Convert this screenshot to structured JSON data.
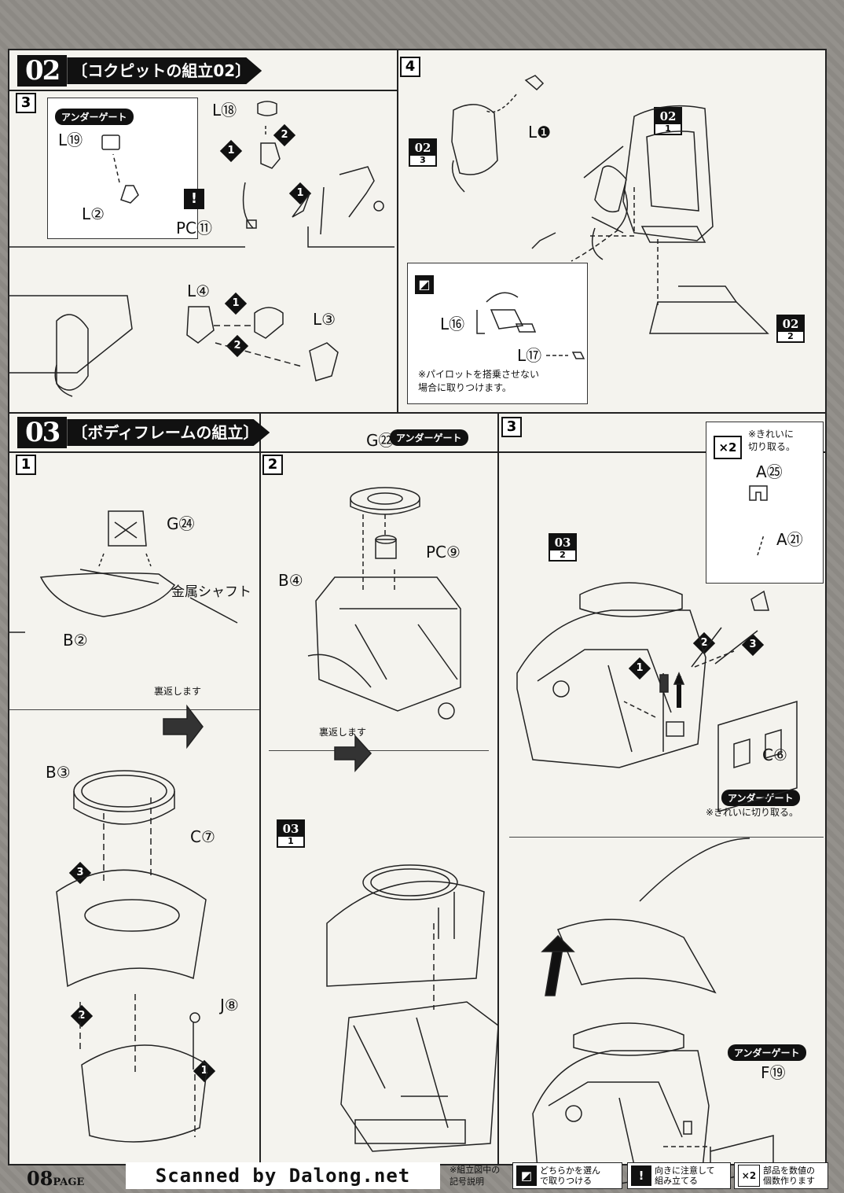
{
  "page": {
    "number": "08",
    "page_word": "PAGE",
    "scanner": "Scanned by Dalong.net"
  },
  "section02": {
    "num": "02",
    "title": "〔コクピットの組立02〕",
    "steps": [
      "3",
      "4"
    ]
  },
  "section03": {
    "num": "03",
    "title": "〔ボディフレームの組立〕",
    "steps": [
      "1",
      "2",
      "3"
    ]
  },
  "step02_3": {
    "ug": "アンダーゲート",
    "parts": {
      "l19": "L⑲",
      "l2": "L②",
      "l18": "L⑱",
      "pc11": "PC⑪",
      "l4": "L④",
      "l3": "L③"
    }
  },
  "step02_4": {
    "parts": {
      "l1": "L❶",
      "l16": "L⑯",
      "l17": "L⑰"
    },
    "note": "※パイロットを搭乗させない\n場合に取りつけます。",
    "refs": [
      {
        "t": "02",
        "b": "3"
      },
      {
        "t": "02",
        "b": "1"
      },
      {
        "t": "02",
        "b": "2"
      }
    ]
  },
  "step03_1": {
    "parts": {
      "g24": "G㉔",
      "shaft": "金属シャフト",
      "b2": "B②",
      "b3": "B③",
      "c7": "C⑦",
      "j8": "J⑧"
    },
    "flip": "裏返します"
  },
  "step03_2": {
    "parts": {
      "g22": "G㉒",
      "pc9": "PC⑨",
      "b4": "B④"
    },
    "ug": "アンダーゲート",
    "flip": "裏返します",
    "ref": {
      "t": "03",
      "b": "1"
    }
  },
  "step03_3": {
    "x2": "×2",
    "clean": "※きれいに\n切り取る。",
    "parts": {
      "a25": "A㉕",
      "a21": "A㉑",
      "c6": "C⑥",
      "f19": "F⑲"
    },
    "ug1": "アンダーゲート",
    "clean2": "※きれいに切り取る。",
    "ug2": "アンダーゲート",
    "ref": {
      "t": "03",
      "b": "2"
    }
  },
  "legend": {
    "title": "※組立図中の\n記号説明",
    "items": [
      {
        "icon": "◩",
        "text": "どちらかを選ん\nで取りつける"
      },
      {
        "icon": "!",
        "text": "向きに注意して\n組み立てる"
      },
      {
        "icon": "×2",
        "text": "部品を数値の\n個数作ります"
      }
    ]
  },
  "colors": {
    "ink": "#111111",
    "paper": "#f4f3ee",
    "stone": "#8f8d88"
  }
}
